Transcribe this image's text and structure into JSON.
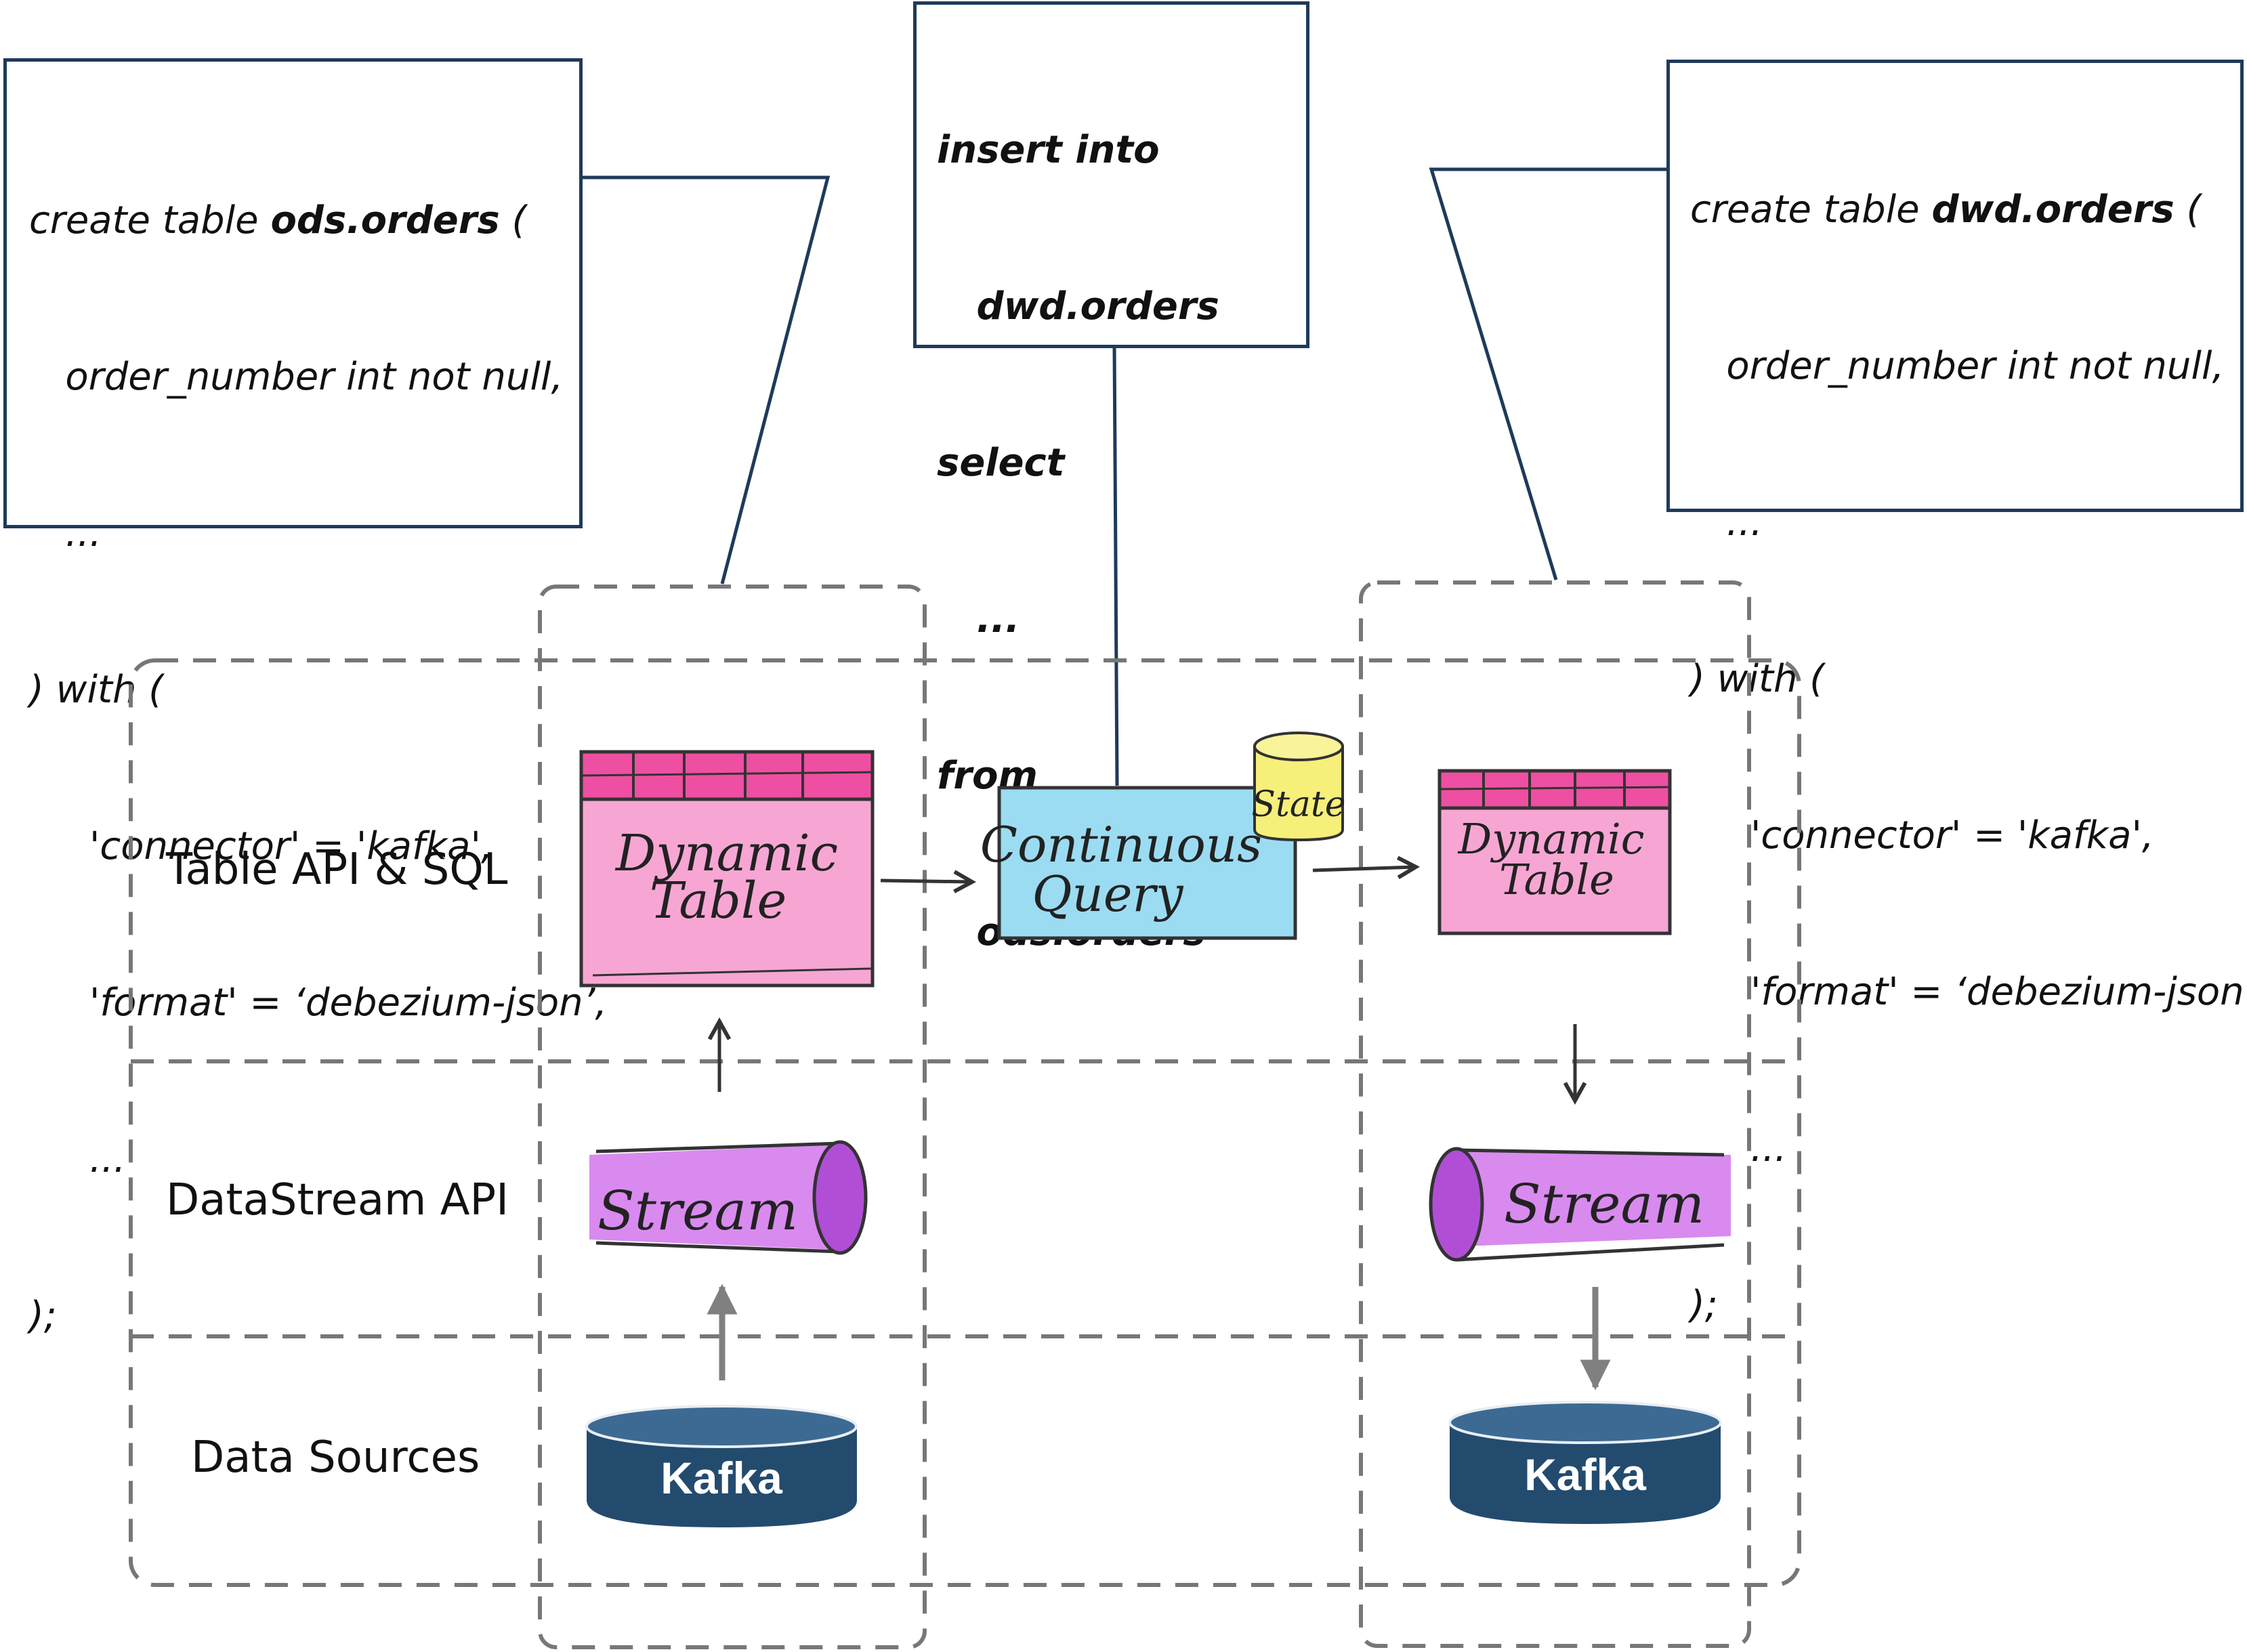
{
  "ddl_left": {
    "line1_prefix": "create table ",
    "line1_name": "ods.orders",
    "line1_suffix": " (",
    "line2": "   order_number int not null,",
    "line3": "   ...",
    "line4": ") with (",
    "line5": "     'connector' = 'kafka',",
    "line6": "     'format' = ‘debezium-json’,",
    "line7": "     ...",
    "line8": ");"
  },
  "dml_center": {
    "line1": "insert into",
    "line2": "   dwd.orders",
    "line3": "select",
    "line4": "   ...",
    "line5": "from",
    "line6": "   ods.orders"
  },
  "ddl_right": {
    "line1_prefix": "create table ",
    "line1_name": "dwd.orders",
    "line1_suffix": " (",
    "line2": "   order_number int not null,",
    "line3": "   ...",
    "line4": ") with (",
    "line5": "     'connector' = 'kafka',",
    "line6": "     'format' = ‘debezium-json’,",
    "line7": "     ...",
    "line8": ");"
  },
  "layers": {
    "table_api": "Table API & SQL",
    "datastream_api": "DataStream API",
    "data_sources": "Data Sources"
  },
  "nodes": {
    "dynamic_table_left_line1": "Dynamic",
    "dynamic_table_left_line2": "Table",
    "continuous_query_line1": "Continuous",
    "continuous_query_line2": "Query",
    "state": "State",
    "dynamic_table_right_line1": "Dynamic",
    "dynamic_table_right_line2": "Table",
    "stream_left": "Stream",
    "stream_right": "Stream",
    "kafka_left": "Kafka",
    "kafka_right": "Kafka"
  },
  "colors": {
    "box_border": "#1f3a5a",
    "dashed": "#777777",
    "table_pink": "#f48ac4",
    "query_blue": "#8fd8f0",
    "state_yellow": "#f6ef7a",
    "stream_purple": "#cf6fe6",
    "kafka_navy": "#234b6e"
  }
}
